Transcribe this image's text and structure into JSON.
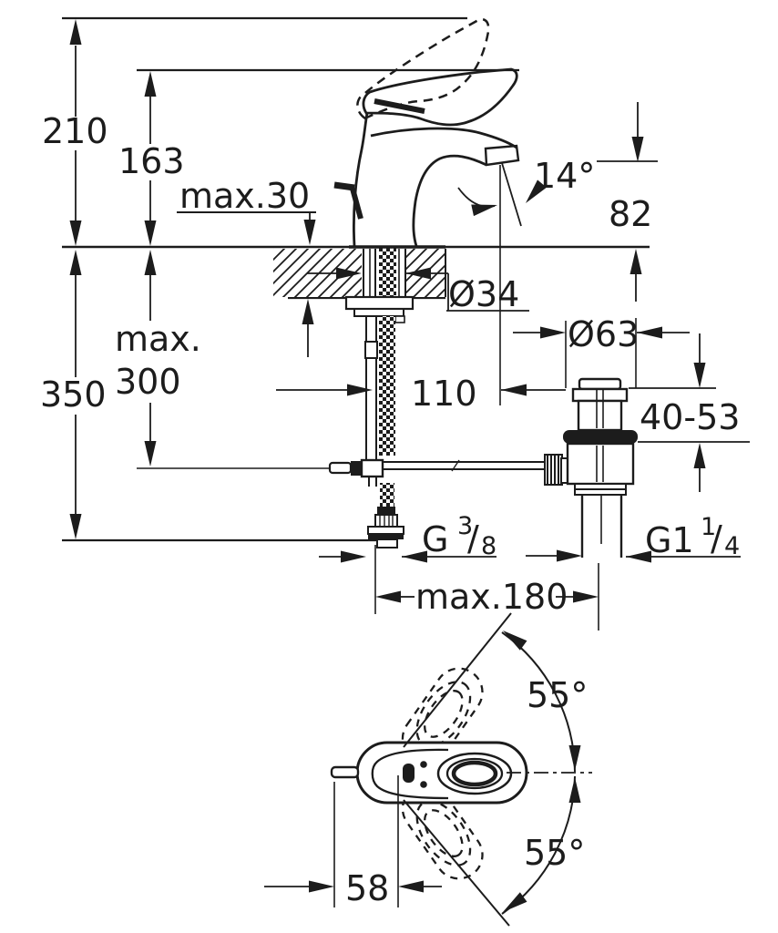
{
  "colors": {
    "ink": "#1c1c1c",
    "background": "#ffffff"
  },
  "side_view": {
    "labels": {
      "overall_height": "210",
      "handle_height": "163",
      "max_deck_thickness": "max.30",
      "spout_angle": "14°",
      "spout_outlet_height": "82",
      "mounting_hole_diameter": "Ø34",
      "hose_depth_prefix": "max.",
      "hose_depth_value": "300",
      "below_deck_depth": "350",
      "spout_projection": "110",
      "waste_flange_diameter": "Ø63",
      "waste_adjust_range": "40-53",
      "linkage_reach": "max.180",
      "supply_thread": {
        "main": "G",
        "sup": "3",
        "slash": "/",
        "sub": "8"
      },
      "waste_thread": {
        "main": "G1",
        "sup": "1",
        "slash": "/",
        "sub": "4"
      }
    }
  },
  "top_view": {
    "labels": {
      "swivel_upper": "55°",
      "swivel_lower": "55°",
      "spout_offset": "58"
    }
  }
}
